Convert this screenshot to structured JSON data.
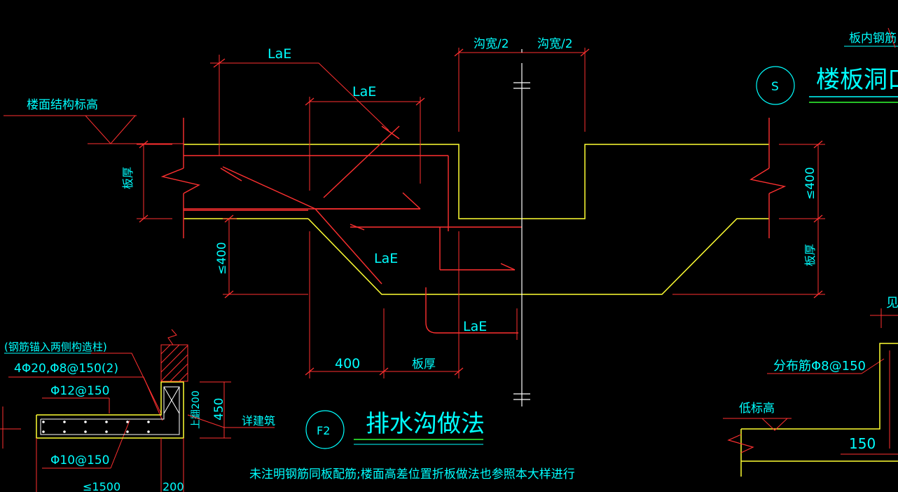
{
  "colors": {
    "background": "#000000",
    "slab": "#ffff33",
    "dim": "#ff3030",
    "text": "#00ffff",
    "rebar": "#ff3030",
    "white": "#ffffff",
    "green": "#33ff33"
  },
  "labels": {
    "lae_top": "LaE",
    "lae_mid": "LaE",
    "lae_lower": "LaE",
    "lae_bottom": "LaE",
    "trench_half_left": "沟宽/2",
    "trench_half_right": "沟宽/2",
    "floor_elev": "楼面结构标高",
    "slab_thick_left": "板厚",
    "slab_thick_right": "板厚",
    "le400_left": "≤400",
    "le400_right": "≤400",
    "dim_400": "400",
    "dim_slab_thick": "板厚",
    "slab_rebar_tag": "板内钢筋",
    "section_s": "S",
    "right_title": "楼板洞口翻",
    "see_cut": "见",
    "dist_rebar": "分布筋Φ8@150",
    "low_elev": "低标高",
    "dim_150": "150",
    "anchor_note": "(钢筋锚入两侧构造柱)",
    "beam_rebar": "4Φ20,Φ8@150(2)",
    "rebar_12": "Φ12@150",
    "rebar_10": "Φ10@150",
    "dim_450": "450",
    "upturn_200": "上翻200",
    "see_arch": "详建筑",
    "dim_1500": "≤1500",
    "dim_200": "200",
    "section_f2": "F2",
    "drain_title": "排水沟做法",
    "footnote": "未注明钢筋同板配筋;楼面高差位置折板做法也参照本大样进行"
  }
}
